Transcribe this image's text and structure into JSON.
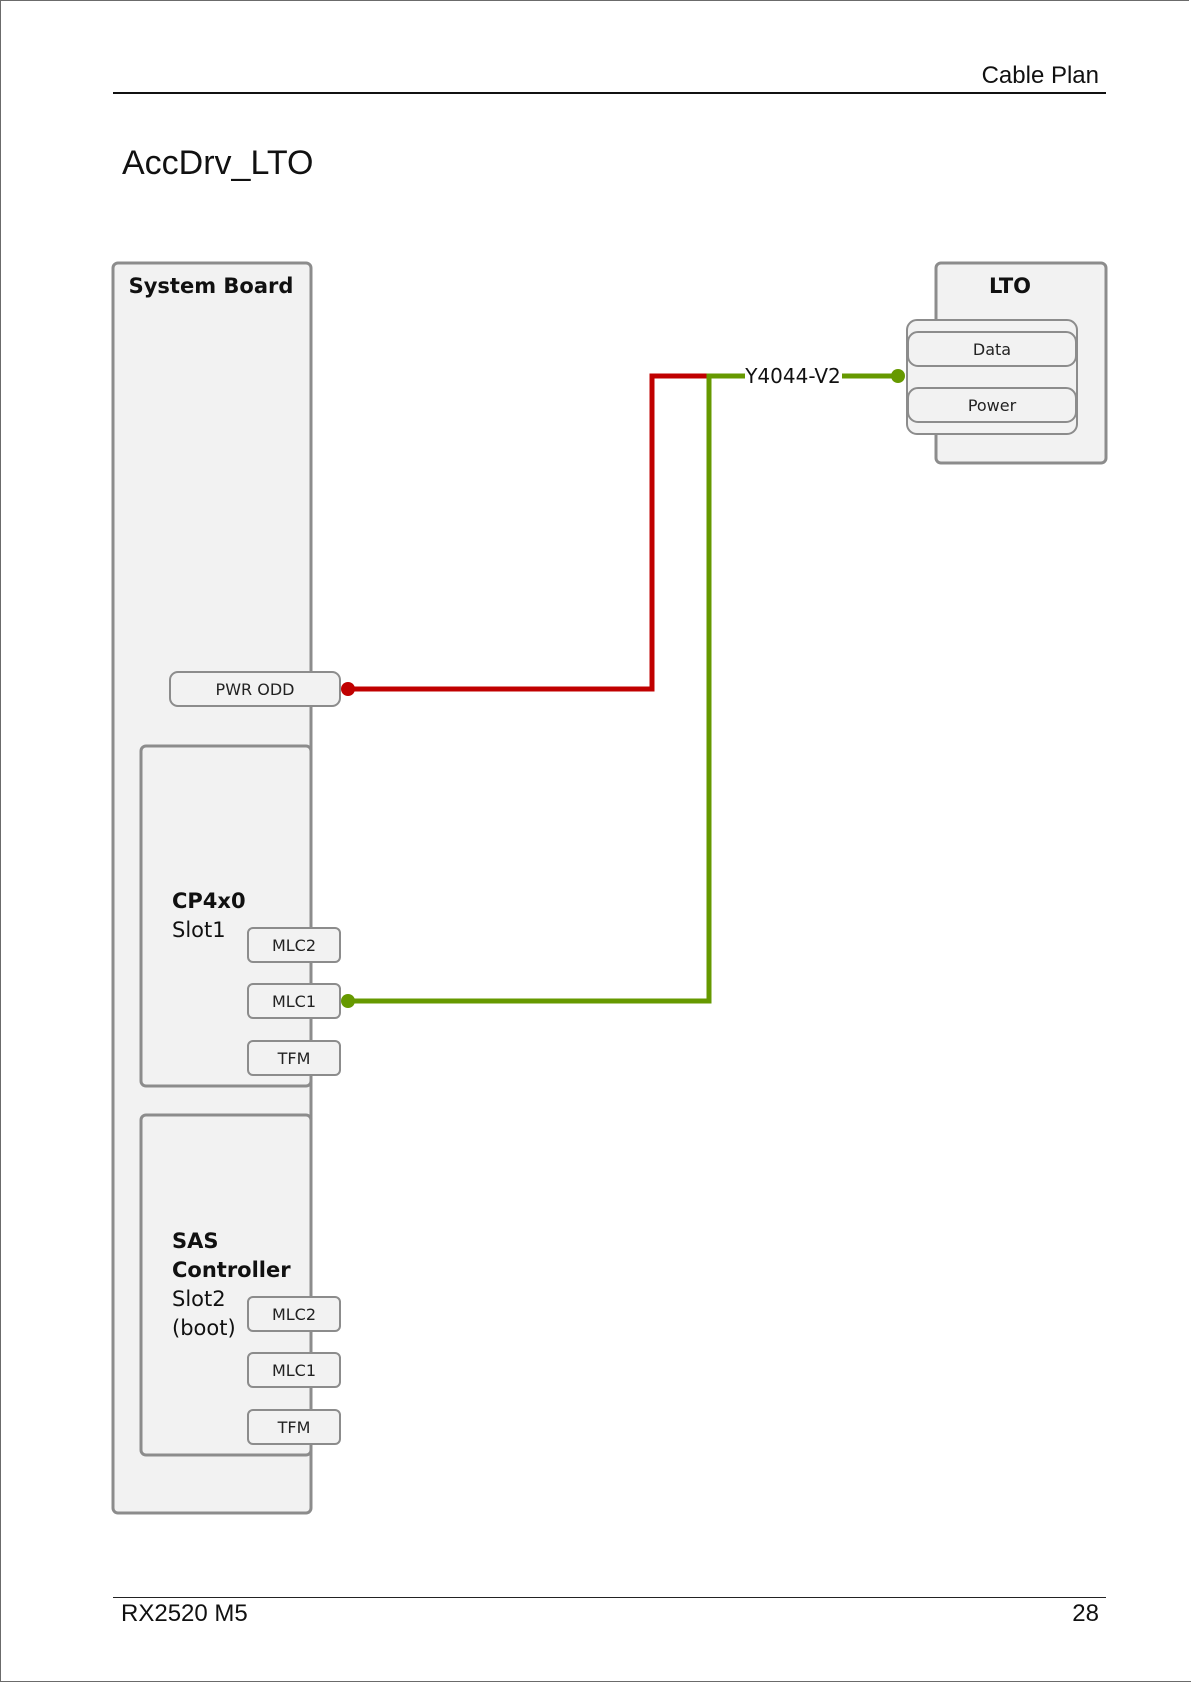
{
  "header": {
    "section": "Cable Plan"
  },
  "page_title": "AccDrv_LTO",
  "footer": {
    "model": "RX2520 M5",
    "page_number": "28"
  },
  "diagram": {
    "system_board": {
      "title": "System Board",
      "pwr_connector": "PWR ODD",
      "cp4x0": {
        "title": "CP4x0",
        "subtitle": "Slot1",
        "ports": [
          "MLC2",
          "MLC1",
          "TFM"
        ]
      },
      "sas_controller": {
        "title_line1": "SAS",
        "title_line2": "Controller",
        "subtitle_line1": "Slot2",
        "subtitle_line2": "(boot)",
        "ports": [
          "MLC2",
          "MLC1",
          "TFM"
        ]
      }
    },
    "lto": {
      "title": "LTO",
      "ports": [
        "Data",
        "Power"
      ]
    },
    "cable": {
      "label": "Y4044-V2",
      "power_color": "#c00000",
      "data_color": "#669900"
    }
  }
}
